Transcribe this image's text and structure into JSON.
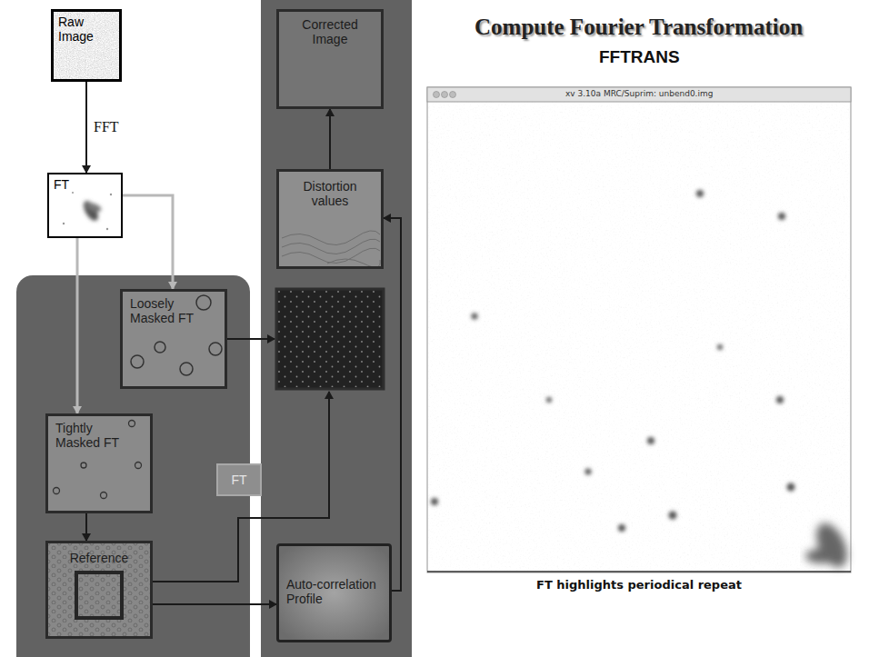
{
  "diagram": {
    "title": "Compute Fourier Transformation",
    "caption": "FT highlights periodical repeat",
    "nodes": [
      {
        "text": [
          "Raw Image"
        ]
      },
      {
        "text": [
          "FT"
        ]
      },
      {
        "text": [
          "Loosely Masked FT"
        ]
      },
      {
        "text": [
          "Tightly Masked FT"
        ]
      },
      {
        "text": [
          "FT"
        ]
      },
      {
        "text": [
          "Reference"
        ]
      },
      {
        "text": [
          "Corrected Image"
        ]
      },
      {
        "text": [
          "Distortion values"
        ]
      },
      {
        "text": [
          "Auto-correlation Profile"
        ]
      }
    ],
    "edges": [
      {
        "from": 0,
        "to": 1,
        "label": "FFT",
        "arrow": "to"
      },
      {
        "from": 1,
        "to": 2,
        "arrow": "to"
      },
      {
        "from": 1,
        "to": 3,
        "arrow": "to"
      },
      {
        "from": 3,
        "to": 5,
        "arrow": "to"
      },
      {
        "from": 5,
        "to": 8,
        "arrow": "to"
      },
      {
        "from": 8,
        "to": 7,
        "arrow": "to"
      },
      {
        "from": 7,
        "to": 6,
        "arrow": "to"
      }
    ],
    "labels": [
      "FFTRANS",
      "xv 3.10a MRC/Suprim: unbend0.img"
    ]
  }
}
